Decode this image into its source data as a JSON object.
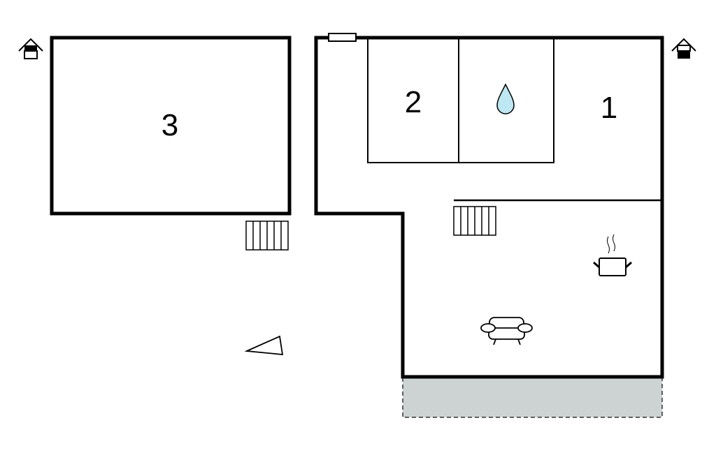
{
  "floorplan": {
    "rooms": [
      {
        "id": "room-3",
        "label": "3"
      },
      {
        "id": "room-2",
        "label": "2"
      },
      {
        "id": "room-1",
        "label": "1"
      }
    ],
    "icons": [
      "house-entrance-icon",
      "house-entrance-icon",
      "water-drop-icon",
      "stairs-icon",
      "stairs-icon",
      "cooking-pot-icon",
      "armchair-icon",
      "compass-north-icon",
      "window-icon"
    ],
    "colors": {
      "wall": "#000000",
      "terrace": "#cdd3d3",
      "water": "#bde7f2"
    }
  }
}
